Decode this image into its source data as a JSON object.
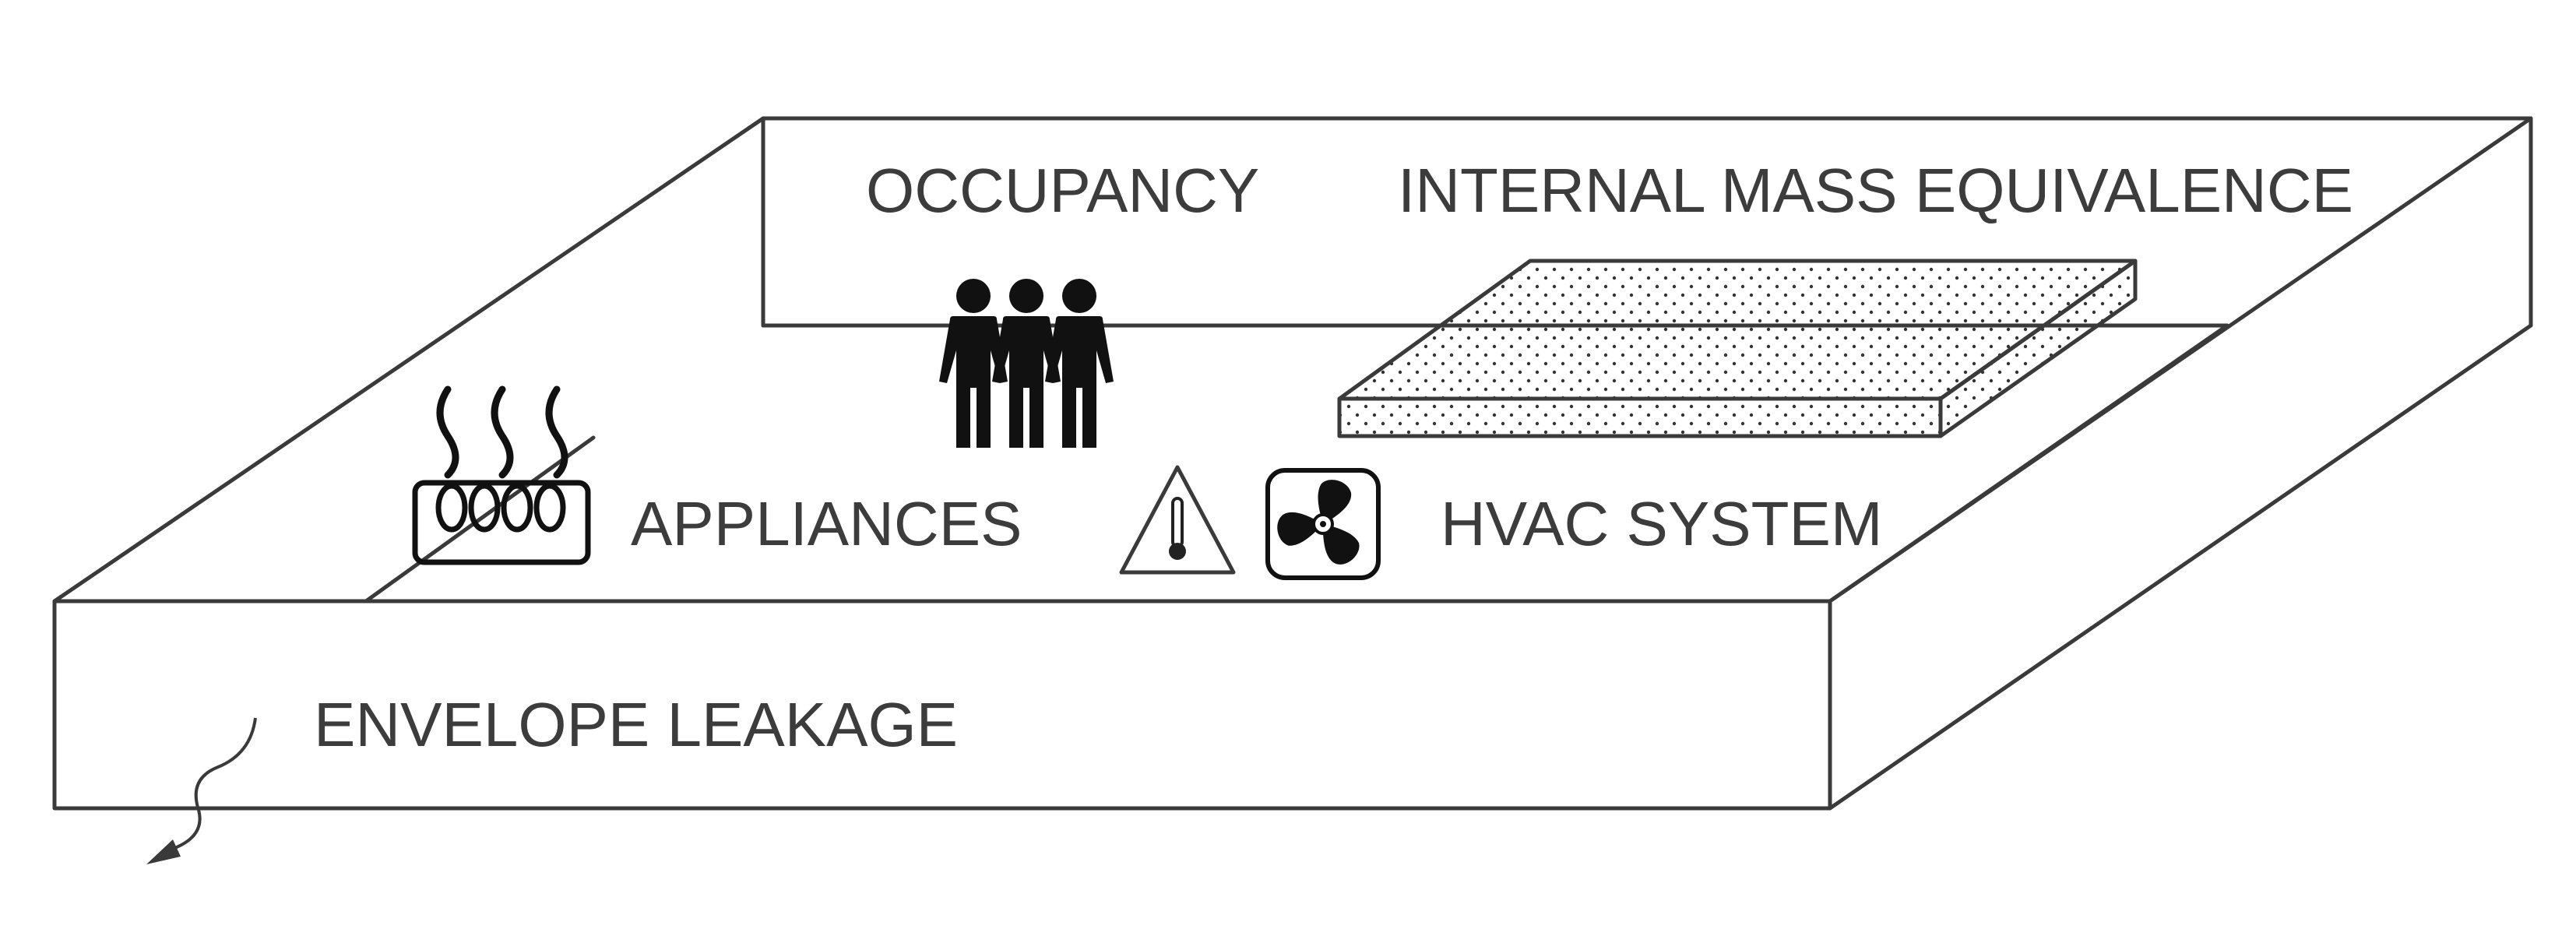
{
  "labels": {
    "occupancy": "OCCUPANCY",
    "internal_mass": "INTERNAL MASS EQUIVALENCE",
    "appliances": "APPLIANCES",
    "hvac": "HVAC SYSTEM",
    "envelope": "ENVELOPE LEAKAGE"
  },
  "icons": {
    "occupancy": "people-icon",
    "internal_mass": "dotted-slab-icon",
    "appliances": "heating-coil-icon",
    "hvac_warning": "thermometer-warning-icon",
    "hvac_fan": "fan-icon",
    "envelope": "leak-arrow-icon"
  },
  "colors": {
    "line": "#3a3a3a",
    "text": "#3c3c3c",
    "fill": "#111111",
    "background": "#ffffff"
  }
}
